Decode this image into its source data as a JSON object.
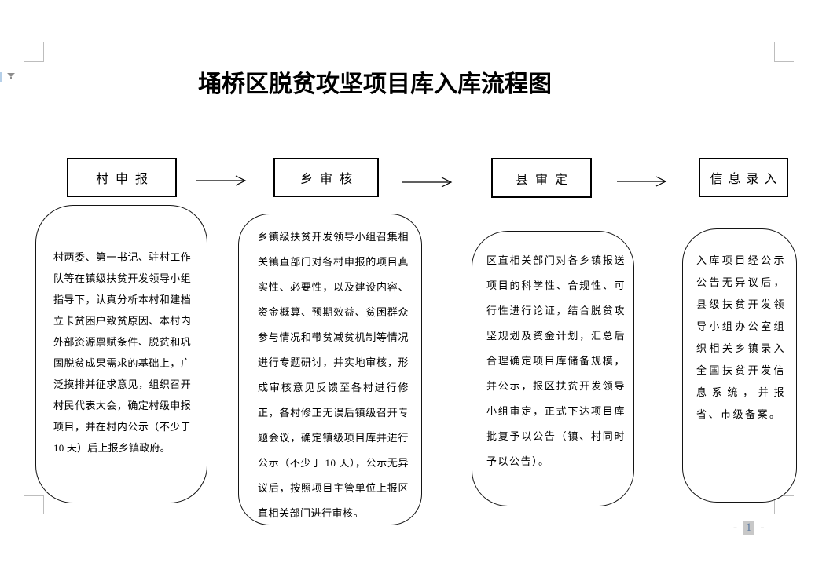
{
  "document": {
    "title": "埇桥区脱贫攻坚项目库入库流程图",
    "page_number": {
      "dash_left": "-",
      "value": "1",
      "dash_right": "-"
    }
  },
  "flow": {
    "steps": [
      {
        "label": "村申报",
        "description": "村两委、第一书记、驻村工作队等在镇级扶贫开发领导小组指导下，认真分析本村和建档立卡贫困户致贫原因、本村内外部资源禀赋条件、脱贫和巩固脱贫成果需求的基础上，广泛摸排并征求意见，组织召开村民代表大会，确定村级申报项目，并在村内公示（不少于 10 天）后上报乡镇政府。"
      },
      {
        "label": "乡审核",
        "description": "乡镇级扶贫开发领导小组召集相关镇直部门对各村申报的项目真实性、必要性，以及建设内容、资金概算、预期效益、贫困群众参与情况和带贫减贫机制等情况进行专题研讨，并实地审核，形成审核意见反馈至各村进行修正，各村修正无误后镇级召开专题会议，确定镇级项目库并进行公示（不少于 10 天），公示无异议后，按照项目主管单位上报区直相关部门进行审核。"
      },
      {
        "label": "县审定",
        "description": "区直相关部门对各乡镇报送项目的科学性、合规性、可行性进行论证，结合脱贫攻坚规划及资金计划，汇总后合理确定项目库储备规模，并公示，报区扶贫开发领导小组审定，正式下达项目库批复予以公告（镇、村同时予以公告）。"
      },
      {
        "label": "信息录入",
        "description": "入库项目经公示公告无异议后，县级扶贫开发领导小组办公室组织相关乡镇录入全国扶贫开发信息系统，并报省、市级备案。"
      }
    ]
  },
  "colors": {
    "crop_mark": "#bdbdbd",
    "left_indicator_blue": "#b5cfe8",
    "page_number_gray": "#808080",
    "field_shading": "#c8c8c8",
    "shape_border": "#000000"
  }
}
